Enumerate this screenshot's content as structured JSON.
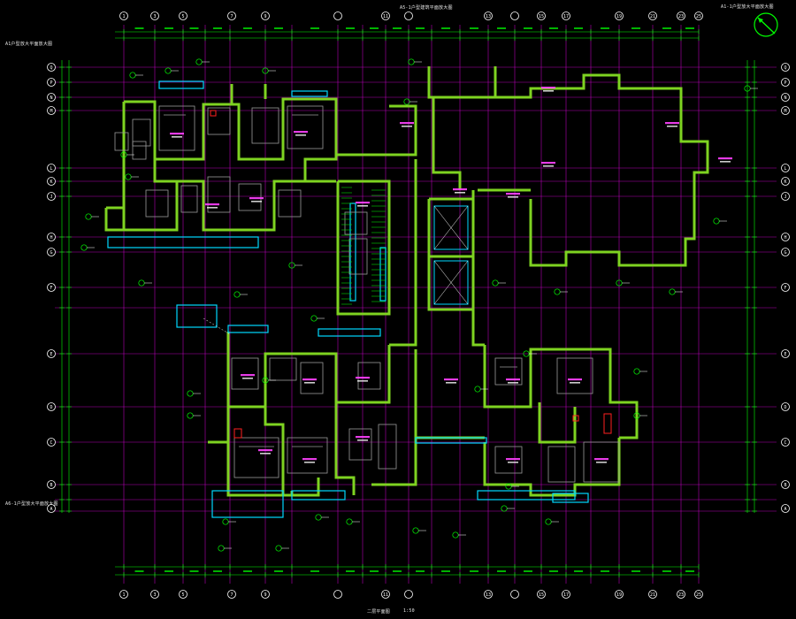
{
  "drawing": {
    "title_top": "A5-1户型建筑平面放大图",
    "title_right": "A1-1户型放大平面放大图",
    "title_left": "A1户型放大平面放大图",
    "title_bottom_left": "A6-1户型放大平面放大图",
    "caption": "二层平面图",
    "caption_scale": "1:50"
  },
  "grid": {
    "top_axes": [
      "1",
      "3",
      "5",
      "7",
      "9",
      "",
      "11",
      "",
      "13",
      "",
      "15",
      "17",
      "19",
      "21",
      "23",
      "25"
    ],
    "bottom_axes": [
      "1",
      "3",
      "5",
      "7",
      "9",
      "",
      "11",
      "",
      "13",
      "",
      "15",
      "17",
      "19",
      "21",
      "23",
      "25"
    ],
    "left_axes": [
      "Q",
      "P",
      "N",
      "M",
      "L",
      "K",
      "J",
      "H",
      "G",
      "F",
      "E",
      "D",
      "C",
      "B",
      "A"
    ],
    "right_axes": [
      "Q",
      "P",
      "N",
      "M",
      "L",
      "K",
      "J",
      "H",
      "G",
      "F",
      "E",
      "D",
      "C",
      "B",
      "A"
    ]
  },
  "colors": {
    "background": "#000000",
    "wall": "#7ed321",
    "grid": "#d400d4",
    "dimension": "#00ff00",
    "furniture": "#9a9a9a",
    "glazing": "#00d8ff",
    "annotation": "#ffffff",
    "accent": "#ff2020"
  },
  "icons": {
    "north_arrow": "north-arrow-icon"
  }
}
